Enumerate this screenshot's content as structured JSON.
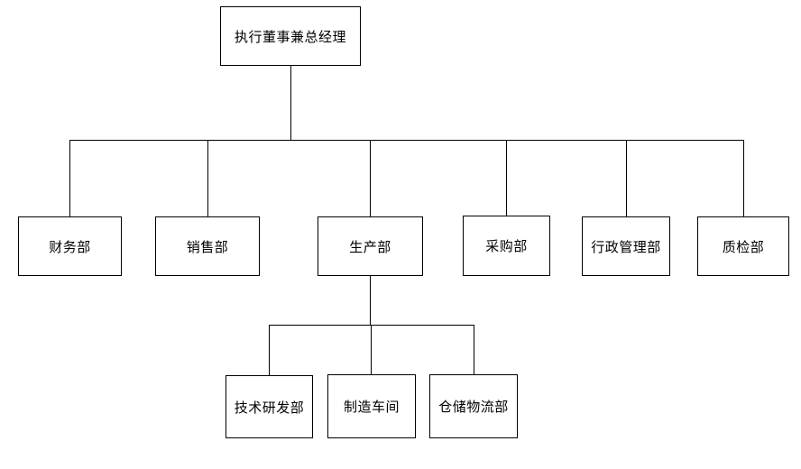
{
  "org_chart": {
    "type": "organization-chart",
    "root": {
      "label": "执行董事兼总经理"
    },
    "departments": [
      {
        "label": "财务部"
      },
      {
        "label": "销售部"
      },
      {
        "label": "生产部"
      },
      {
        "label": "采购部"
      },
      {
        "label": "行政管理部"
      },
      {
        "label": "质检部"
      }
    ],
    "production_sub_units": [
      {
        "label": "技术研发部"
      },
      {
        "label": "制造车间"
      },
      {
        "label": "仓储物流部"
      }
    ],
    "hierarchy_note": "production_sub_units report to departments[2] (生产部); all departments report to root"
  },
  "colors": {
    "background": "#ffffff",
    "box_fill": "#ffffff",
    "box_border": "#000000",
    "line": "#000000",
    "text": "#000000"
  }
}
